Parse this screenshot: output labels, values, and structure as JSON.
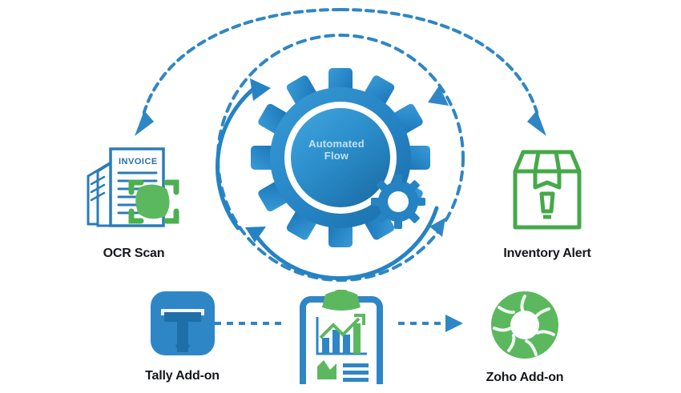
{
  "diagram": {
    "title": "Automated Flow",
    "background_color": "#ffffff",
    "palette": {
      "blue": "#2583c4",
      "blue_dark": "#1c6fa8",
      "blue_light": "#4a9ed6",
      "green": "#4caf50",
      "green_dark": "#3e9443",
      "label_color": "#15171c"
    },
    "center": {
      "label_line1": "Automated",
      "label_line2": "Flow",
      "icon": "gear-icon",
      "secondary_icon": "small-gear-icon"
    },
    "nodes": [
      {
        "id": "ocr",
        "label": "OCR Scan",
        "icon": "invoice-document-scan-icon",
        "icon_colors": [
          "#2583c4",
          "#4caf50"
        ]
      },
      {
        "id": "inventory",
        "label": "Inventory Alert",
        "icon": "inventory-box-alert-icon",
        "icon_colors": [
          "#4caf50"
        ]
      },
      {
        "id": "tally",
        "label": "Tally Add-on",
        "icon": "tally-logo-icon",
        "icon_colors": [
          "#2583c4"
        ]
      },
      {
        "id": "report",
        "label": "",
        "icon": "clipboard-chart-icon",
        "icon_colors": [
          "#2583c4",
          "#4caf50"
        ]
      },
      {
        "id": "zoho",
        "label": "Zoho Add-on",
        "icon": "zoho-ring-logo-icon",
        "icon_colors": [
          "#4caf50"
        ]
      }
    ],
    "connectors": [
      {
        "id": "arc-to-ocr",
        "style": "dashed-arc",
        "direction": "center-to-left",
        "arrowhead": "down-left",
        "color": "#2583c4"
      },
      {
        "id": "arc-to-inventory",
        "style": "dashed-arc",
        "direction": "center-to-right",
        "arrowhead": "down-right",
        "color": "#2583c4"
      },
      {
        "id": "orbit-dashed-ring",
        "style": "dashed-circle",
        "direction": "clockwise",
        "arrowhead": "down-right",
        "color": "#2583c4"
      },
      {
        "id": "orbit-solid-arc-top",
        "style": "solid-arc",
        "direction": "counter-clockwise",
        "arrowhead": "up-right",
        "color": "#2583c4"
      },
      {
        "id": "orbit-solid-arc-bottom",
        "style": "solid-arc",
        "direction": "counter-clockwise",
        "arrowhead": "up-left",
        "color": "#2583c4"
      },
      {
        "id": "tally-to-report",
        "style": "dashed-line",
        "direction": "left-to-right",
        "arrowhead": "none",
        "color": "#2583c4"
      },
      {
        "id": "report-to-zoho",
        "style": "dashed-line",
        "direction": "left-to-right",
        "arrowhead": "right",
        "color": "#2583c4"
      }
    ]
  }
}
